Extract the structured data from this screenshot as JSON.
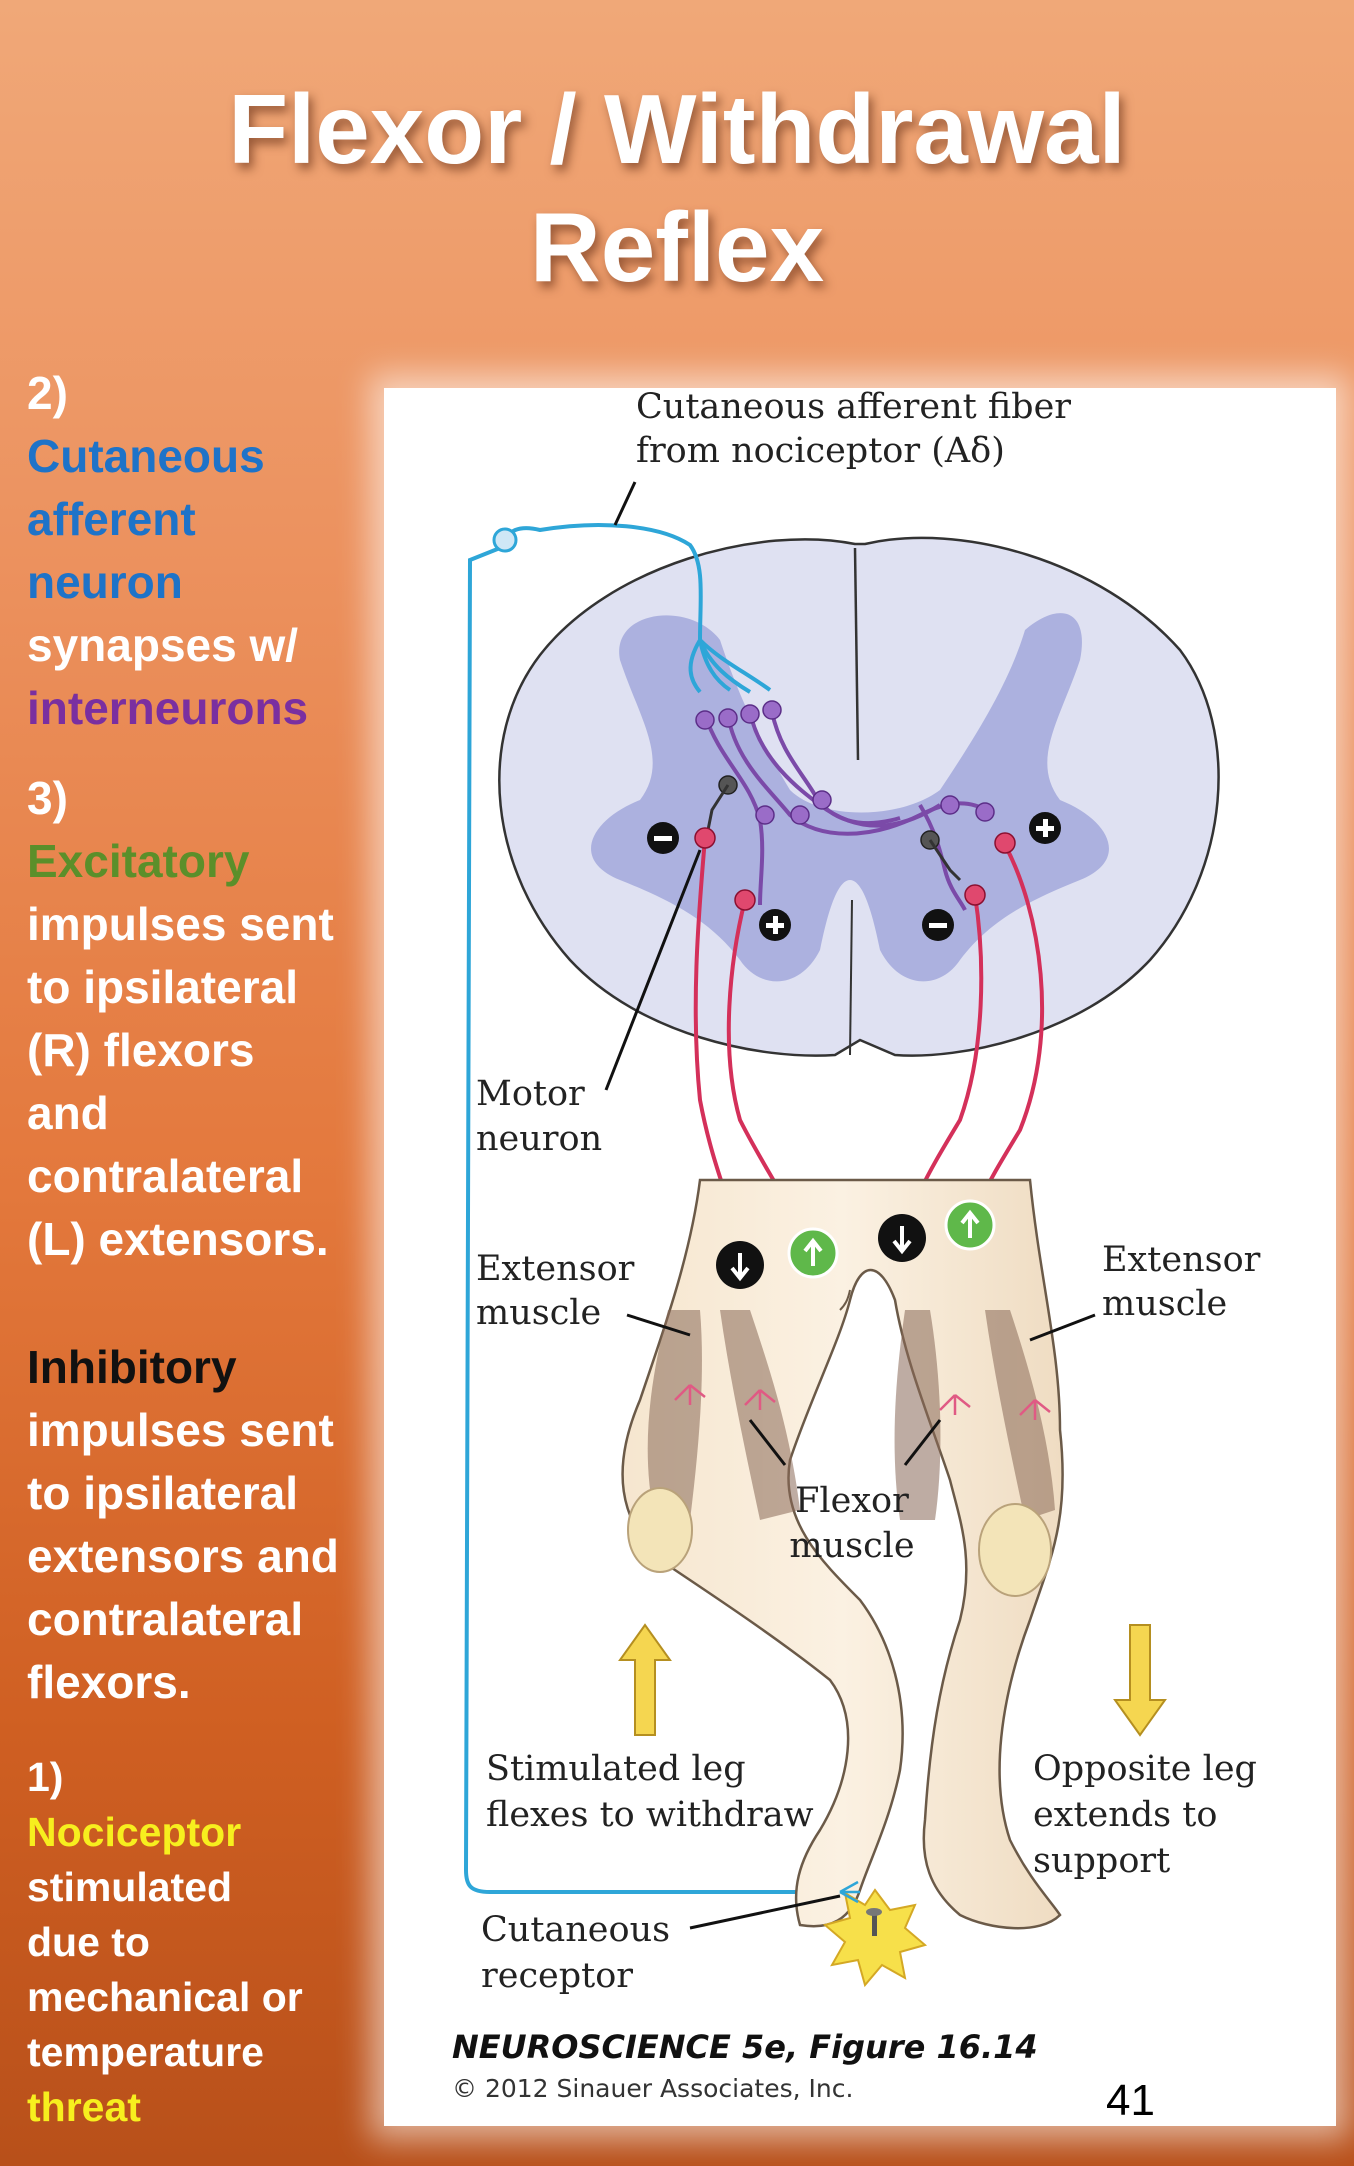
{
  "title": {
    "line1": "Flexor / Withdrawal",
    "line2": "Reflex"
  },
  "side": {
    "step2": {
      "num": "2)",
      "w1": "Cutaneous",
      "w2": "afferent",
      "w3": "neuron",
      "w4": "synapses w/",
      "w5": "interneurons"
    },
    "step3": {
      "num": "3)",
      "w1": "Excitatory",
      "w2": "impulses sent",
      "w3": "to ipsilateral",
      "w4": "(R) flexors",
      "w5": "and",
      "w6": "contralateral",
      "w7": "(L) extensors."
    },
    "inhib": {
      "w1": "Inhibitory",
      "w2": "impulses sent",
      "w3": "to ipsilateral",
      "w4": "extensors and",
      "w5": "contralateral",
      "w6": "flexors."
    },
    "step1": {
      "num": "1)",
      "w1": "Nociceptor",
      "w2": "stimulated",
      "w3": "due to",
      "w4": "mechanical or",
      "w5": "temperature",
      "w6": "threat"
    }
  },
  "figure": {
    "afferent_l1": "Cutaneous afferent fiber",
    "afferent_l2": "from nociceptor (Aδ)",
    "motor_l1": "Motor",
    "motor_l2": "neuron",
    "ext_left_l1": "Extensor",
    "ext_left_l2": "muscle",
    "ext_right_l1": "Extensor",
    "ext_right_l2": "muscle",
    "flexor_l1": "Flexor",
    "flexor_l2": "muscle",
    "stim_l1": "Stimulated leg",
    "stim_l2": "flexes to withdraw",
    "opp_l1": "Opposite leg",
    "opp_l2": "extends to",
    "opp_l3": "support",
    "rec_l1": "Cutaneous",
    "rec_l2": "receptor",
    "credit_l1": "NEUROSCIENCE 5e, Figure 16.14",
    "credit_l2": "© 2012 Sinauer Associates, Inc.",
    "page_number": "41",
    "colors": {
      "afferent": "#2ea6d8",
      "motor": "#d4305a",
      "interneuron": "#8a4fb8",
      "cord_white": "#dcdff0",
      "cord_gray": "#9ea3d6",
      "excite": "#5fb84a",
      "arrow": "#f0d24a"
    }
  }
}
